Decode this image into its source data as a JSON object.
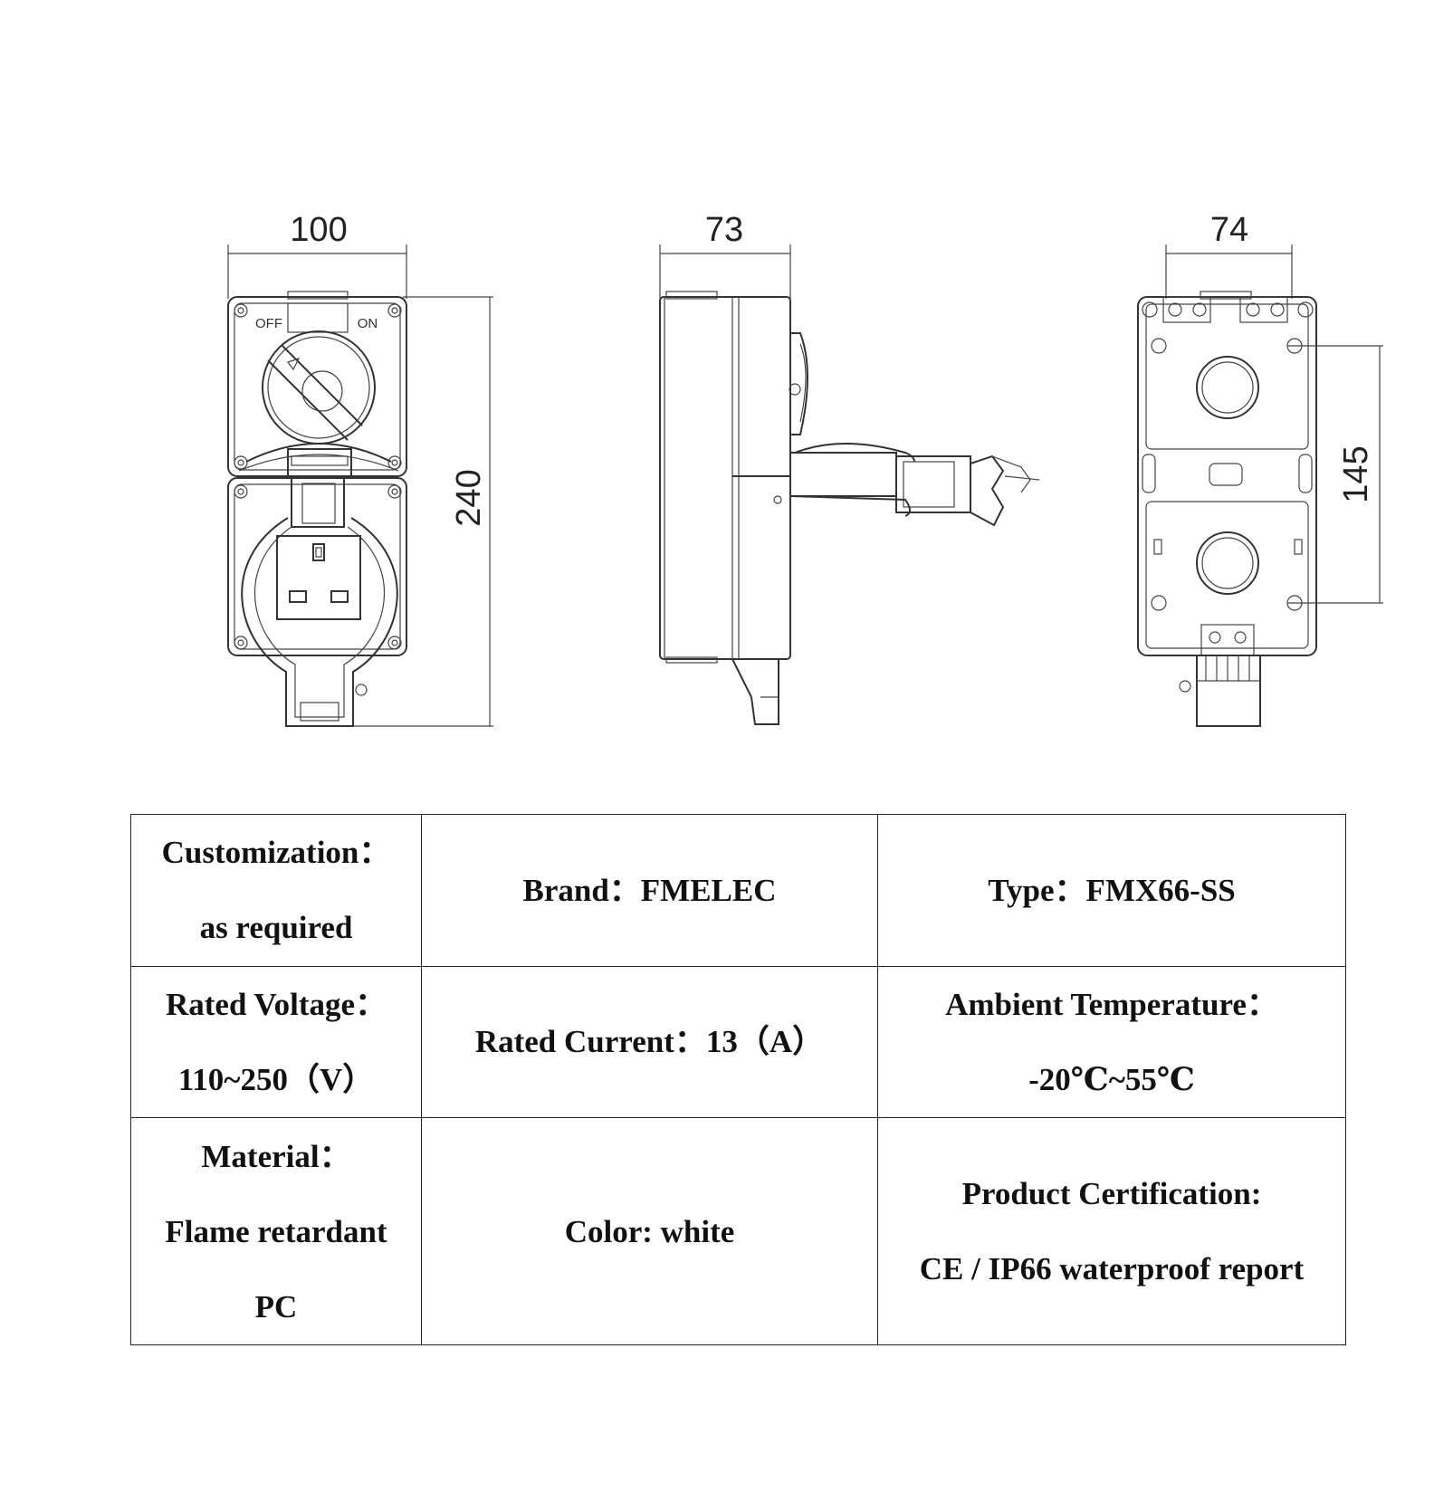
{
  "drawing": {
    "front": {
      "width_dim": "100",
      "height_dim": "240",
      "switch_off": "OFF",
      "switch_on": "ON"
    },
    "side": {
      "width_dim": "73"
    },
    "back": {
      "width_dim": "74",
      "height_dim": "145"
    }
  },
  "specs": {
    "customization": {
      "label": "Customization：",
      "value": "as required"
    },
    "brand": "Brand：FMELEC",
    "type": "Type：FMX66-SS",
    "rated_voltage": {
      "label": "Rated Voltage：",
      "value": "110~250（V）"
    },
    "rated_current": "Rated Current：13（A）",
    "ambient_temperature": {
      "label": "Ambient Temperature：",
      "value": "-20℃~55℃"
    },
    "material": {
      "label": "Material：",
      "value_line1": "Flame retardant",
      "value_line2": "PC"
    },
    "color": "Color: white",
    "certification": {
      "label": "Product Certification:",
      "value": "CE / IP66 waterproof report"
    }
  }
}
